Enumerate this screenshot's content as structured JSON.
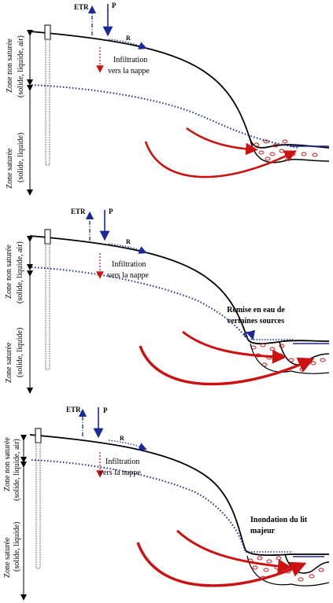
{
  "panels": [
    {
      "etr": "ETR",
      "p": "P",
      "r": "R",
      "infiltration_1": "Infiltration",
      "infiltration_2": "vers la nappe",
      "zone_ns_1": "Zone non saturée",
      "zone_ns_2": "(solide, liquide, air)",
      "zone_s_1": "Zone saturée",
      "zone_s_2": "(solide, liquide)",
      "caption_1": "",
      "caption_2": ""
    },
    {
      "etr": "ETR",
      "p": "P",
      "r": "R",
      "infiltration_1": "Infiltration",
      "infiltration_2": "vers la nappe",
      "zone_ns_1": "Zone non saturée",
      "zone_ns_2": "(solide, liquide, air)",
      "zone_s_1": "Zone saturée",
      "zone_s_2": "(solide, liquide)",
      "caption_1": "Remise en eau de",
      "caption_2": "certaines sources"
    },
    {
      "etr": "ETR",
      "p": "P",
      "r": "R",
      "infiltration_1": "Infiltration",
      "infiltration_2": "vers la nappe",
      "zone_ns_1": "Zone non saturée",
      "zone_ns_2": "(solide, liquide, air)",
      "zone_s_1": "Zone saturée",
      "zone_s_2": "(solide, liquide)",
      "caption_1": "Inondation du lit",
      "caption_2": "majeur"
    }
  ],
  "colors": {
    "ground": "#000000",
    "water_table": "#1a2a9a",
    "flow": "#cc1111",
    "etr": "#1a2a9a",
    "precip": "#1a2a9a",
    "infiltration": "#cc1111",
    "river": "#1a2a9a"
  }
}
